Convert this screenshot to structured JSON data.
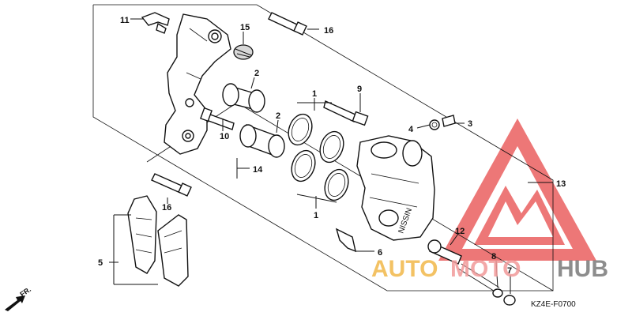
{
  "diagram_code": "KZ4E-F0700",
  "direction_label": "FR.",
  "watermark": {
    "part1": "AUTO",
    "part2": "MOTO",
    "part3": "HUB"
  },
  "callouts": [
    "1",
    "1",
    "2",
    "2",
    "3",
    "4",
    "5",
    "6",
    "7",
    "8",
    "9",
    "10",
    "11",
    "12",
    "13",
    "14",
    "15",
    "16",
    "16"
  ],
  "colors": {
    "line": "#111111",
    "watermark_red": "#e84a4a",
    "watermark_orange": "#f2b84a",
    "watermark_gray": "#7a7a7a"
  }
}
